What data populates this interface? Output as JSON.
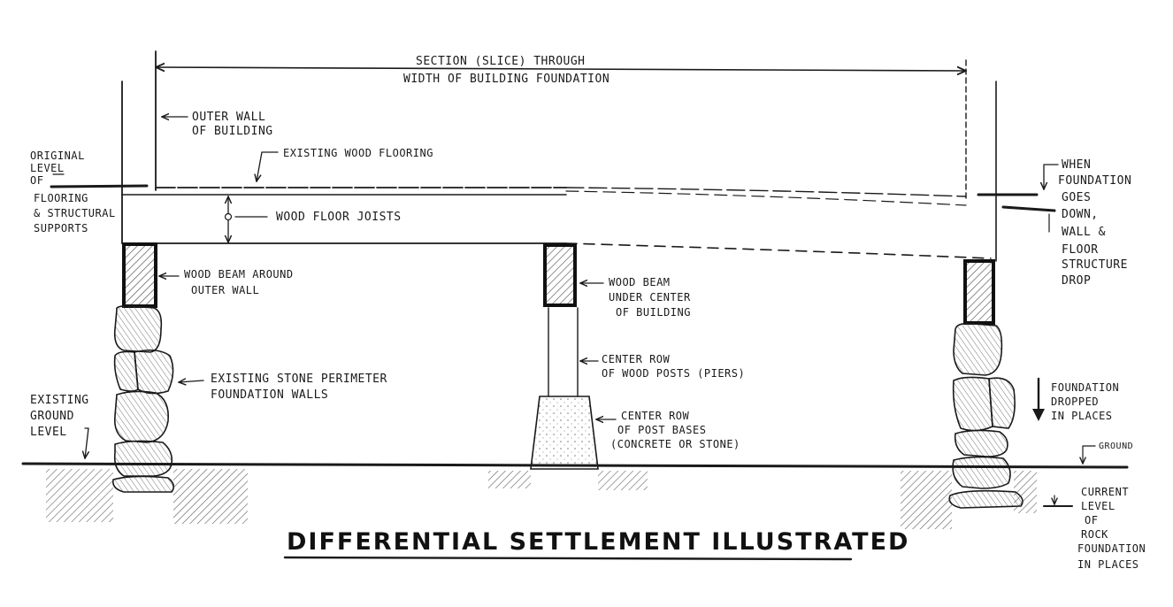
{
  "title": "DIFFERENTIAL SETTLEMENT ILLUSTRATED",
  "labels": {
    "section_line1": "SECTION (SLICE) THROUGH",
    "section_line2": "WIDTH OF BUILDING FOUNDATION",
    "outer_wall_line1": "OUTER WALL",
    "outer_wall_line2": "OF BUILDING",
    "existing_flooring": "EXISTING WOOD FLOORING",
    "original_level": [
      "ORIGINAL",
      "LEVEL",
      "OF",
      "FLOORING",
      "& STRUCTURAL",
      "SUPPORTS"
    ],
    "floor_joists": "WOOD FLOOR JOISTS",
    "beam_outer_line1": "WOOD BEAM AROUND",
    "beam_outer_line2": "OUTER WALL",
    "beam_center": [
      "WOOD BEAM",
      "UNDER CENTER",
      "OF BUILDING"
    ],
    "stone_walls_line1": "EXISTING STONE PERIMETER",
    "stone_walls_line2": "FOUNDATION WALLS",
    "posts_line1": "CENTER ROW",
    "posts_line2": "OF WOOD POSTS (PIERS)",
    "bases": [
      "CENTER ROW",
      "OF POST BASES",
      "(CONCRETE OR STONE)"
    ],
    "existing_ground": [
      "EXISTING",
      "GROUND",
      "LEVEL"
    ],
    "when_foundation": [
      "WHEN",
      "FOUNDATION",
      "GOES",
      "DOWN,",
      "WALL &",
      "FLOOR",
      "STRUCTURE",
      "DROP"
    ],
    "foundation_dropped": [
      "FOUNDATION",
      "DROPPED",
      "IN PLACES"
    ],
    "ground": "GROUND",
    "current_level": [
      "CURRENT",
      "LEVEL",
      "OF",
      "ROCK",
      "FOUNDATION",
      "IN PLACES"
    ]
  }
}
